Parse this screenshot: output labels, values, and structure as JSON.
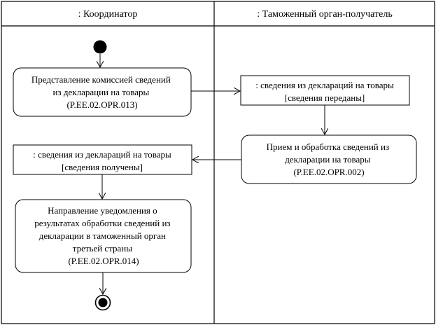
{
  "lanes": [
    {
      "title": ": Координатор"
    },
    {
      "title": ": Таможенный орган-получатель"
    }
  ],
  "actions": {
    "a1": [
      "Представление комиссией сведений",
      "из декларации на товары",
      "(P.EE.02.OPR.013)"
    ],
    "a2": [
      "Прием и обработка сведений из",
      "декларации на товары",
      "(P.EE.02.OPR.002)"
    ],
    "a3": [
      "Направление уведомления о",
      "результатах обработки сведений из",
      "декларации в таможенный орган",
      "третьей страны",
      "(P.EE.02.OPR.014)"
    ]
  },
  "objects": {
    "o1": {
      "name": ": сведения из деклараций на товары",
      "state": "[сведения переданы]"
    },
    "o2": {
      "name": ": сведения из деклараций на товары",
      "state": "[сведения получены]"
    }
  }
}
